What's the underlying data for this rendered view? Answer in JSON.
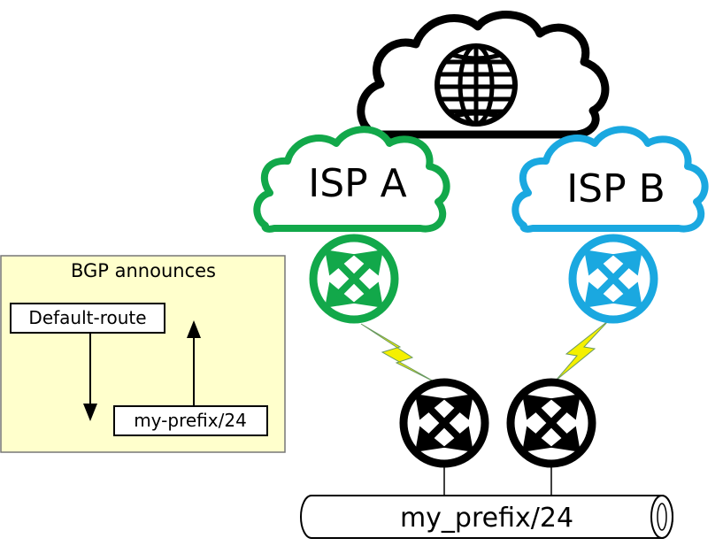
{
  "colors": {
    "isp_a": "#12a84a",
    "isp_b": "#1aa8e0",
    "internet": "#000000",
    "lightning": "#f5f000",
    "legend_bg": "#ffffcc"
  },
  "internet": {
    "icon": "globe-icon"
  },
  "isp_a": {
    "label": "ISP A",
    "router_icon": "router-icon"
  },
  "isp_b": {
    "label": "ISP B",
    "router_icon": "router-icon"
  },
  "customer_routers": [
    {
      "icon": "router-icon"
    },
    {
      "icon": "router-icon"
    }
  ],
  "lan": {
    "label": "my_prefix/24"
  },
  "legend": {
    "title": "BGP announces",
    "received": "Default-route",
    "announced": "my-prefix/24"
  }
}
